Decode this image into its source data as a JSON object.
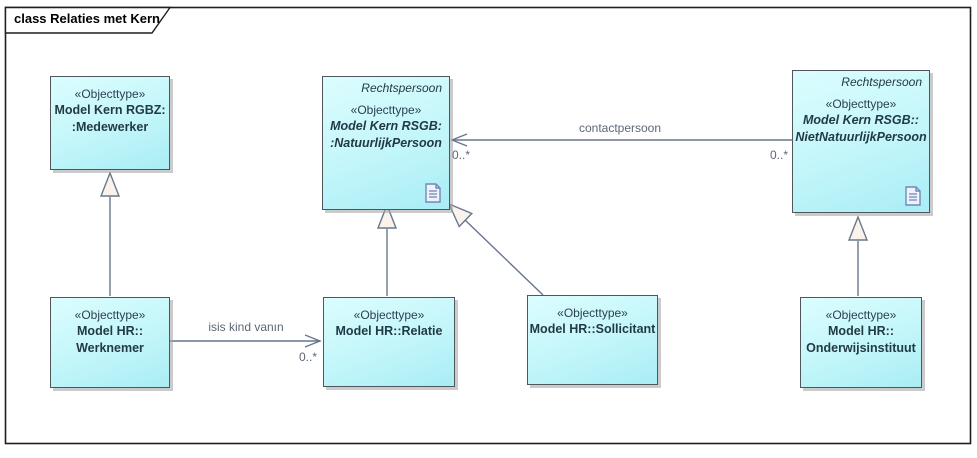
{
  "frame": {
    "title": "class Relaties met Kern"
  },
  "classes": {
    "medewerker": {
      "stereotype": "«Objecttype»",
      "line1": "Model Kern RGBZ:",
      "line2": ":Medewerker"
    },
    "natuurlijkpersoon": {
      "header": "Rechtspersoon",
      "stereotype": "«Objecttype»",
      "line1": "Model Kern RSGB:",
      "line2": ":NatuurlijkPersoon"
    },
    "nietnatuurlijkpersoon": {
      "header": "Rechtspersoon",
      "stereotype": "«Objecttype»",
      "line1": "Model Kern RSGB::",
      "line2": "NietNatuurlijkPersoon"
    },
    "werknemer": {
      "stereotype": "«Objecttype»",
      "line1": "Model HR::",
      "line2": "Werknemer"
    },
    "relatie": {
      "stereotype": "«Objecttype»",
      "line1": "Model HR::Relatie"
    },
    "sollicitant": {
      "stereotype": "«Objecttype»",
      "line1": "Model HR::Sollicitant"
    },
    "onderwijsinstituut": {
      "stereotype": "«Objecttype»",
      "line1": "Model HR::",
      "line2": "Onderwijsinstituut"
    }
  },
  "connectors": {
    "is_kind_van": {
      "label": "isis kind vanın",
      "target_multiplicity": "0..*"
    },
    "contactpersoon": {
      "label": "contactpersoon",
      "source_multiplicity": "0..*",
      "target_multiplicity": "0..*"
    }
  },
  "colors": {
    "node_fill_top": "#dcfdfe",
    "node_fill_bottom": "#a9edf5",
    "node_border": "#50575c",
    "connector": "#67778c",
    "triangle_fill": "#faf3ec",
    "label_text": "#5c6875",
    "box_text": "#223a46",
    "frame_border": "#1f1f1f"
  }
}
